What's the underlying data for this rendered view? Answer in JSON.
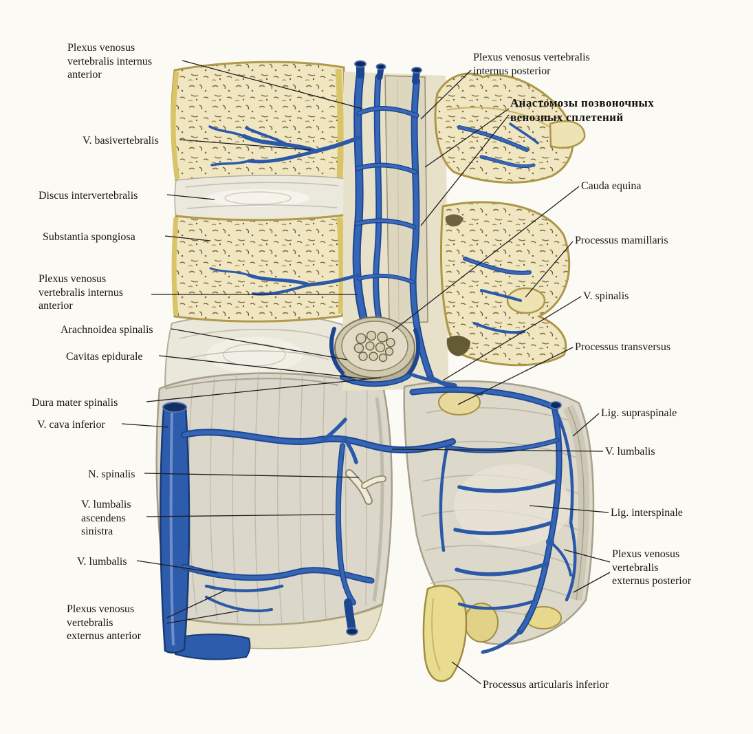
{
  "labels": {
    "left": [
      {
        "name": "plexus-venosus-vertebralis-internus-anterior-upper",
        "text": "Plexus venosus\nvertebralis internus\nanterior"
      },
      {
        "name": "v-basivertebralis",
        "text": "V. basivertebralis"
      },
      {
        "name": "discus-intervertebralis",
        "text": "Discus intervertebralis"
      },
      {
        "name": "substantia-spongiosa",
        "text": "Substantia spongiosa"
      },
      {
        "name": "plexus-venosus-vertebralis-internus-anterior-lower",
        "text": "Plexus venosus\nvertebralis internus\nanterior"
      },
      {
        "name": "arachnoidea-spinalis",
        "text": "Arachnoidea spinalis"
      },
      {
        "name": "cavitas-epidurale",
        "text": "Cavitas epidurale"
      },
      {
        "name": "dura-mater-spinalis",
        "text": "Dura mater spinalis"
      },
      {
        "name": "v-cava-inferior",
        "text": "V. cava inferior"
      },
      {
        "name": "n-spinalis",
        "text": "N. spinalis"
      },
      {
        "name": "v-lumbalis-ascendens-sinistra",
        "text": "V. lumbalis\nascendens\nsinistra"
      },
      {
        "name": "v-lumbalis-left",
        "text": "V. lumbalis"
      },
      {
        "name": "plexus-venosus-vertebralis-externus-anterior",
        "text": "Plexus venosus\nvertebralis\nexternus anterior"
      }
    ],
    "right": [
      {
        "name": "plexus-venosus-vertebralis-internus-posterior",
        "text": "Plexus venosus vertebralis\ninternus posterior"
      },
      {
        "name": "anastomoses-ru",
        "text": "Анастомозы позвоночных\nвенозных сплетений"
      },
      {
        "name": "cauda-equina",
        "text": "Cauda equina"
      },
      {
        "name": "processus-mamillaris",
        "text": "Processus mamillaris"
      },
      {
        "name": "v-spinalis",
        "text": "V. spinalis"
      },
      {
        "name": "processus-transversus",
        "text": "Processus transversus"
      },
      {
        "name": "lig-supraspinale",
        "text": "Lig. supraspinale"
      },
      {
        "name": "v-lumbalis-right",
        "text": "V. lumbalis"
      },
      {
        "name": "lig-interspinale",
        "text": "Lig. interspinale"
      },
      {
        "name": "plexus-venosus-vertebralis-externus-posterior",
        "text": "Plexus venosus\nvertebralis\nexternus posterior"
      },
      {
        "name": "processus-articularis-inferior",
        "text": "Processus articularis inferior"
      }
    ]
  },
  "colors": {
    "vein_blue": "#2e5cac",
    "vein_dark": "#1d4690",
    "bone_yellow": "#f0e6c1",
    "bone_edge": "#ab9342",
    "ligament_gray": "#dcd8ca",
    "background": "#fcfaf4"
  }
}
